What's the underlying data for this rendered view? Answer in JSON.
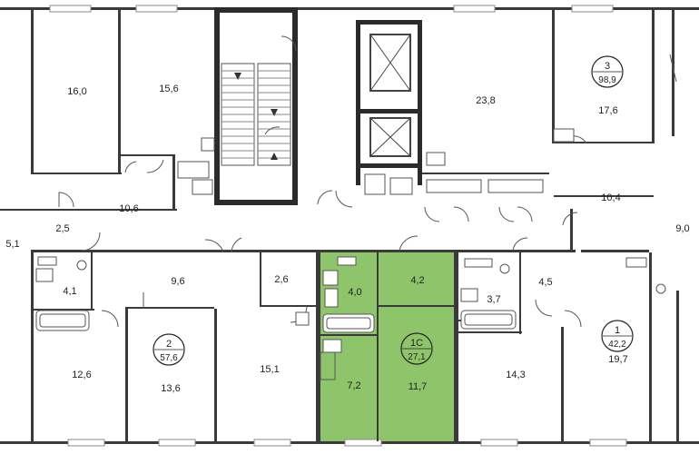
{
  "colors": {
    "highlight": "#8fc56a",
    "wall": "#3a3a3a",
    "background": "#ffffff"
  },
  "highlighted_unit": "1C",
  "units": [
    {
      "id": "unit-3",
      "number": "3",
      "area": "98,9"
    },
    {
      "id": "unit-2",
      "number": "2",
      "area": "57,6"
    },
    {
      "id": "unit-1c",
      "number": "1C",
      "area": "27,1"
    },
    {
      "id": "unit-1",
      "number": "1",
      "area": "42,2"
    }
  ],
  "rooms": [
    "16,0",
    "15,6",
    "23,8",
    "17,6",
    "10,6",
    "2,5",
    "5,1",
    "10,4",
    "9,0",
    "4,1",
    "9,6",
    "2,6",
    "4,0",
    "4,2",
    "3,7",
    "4,5",
    "12,6",
    "13,6",
    "15,1",
    "7,2",
    "11,7",
    "14,3",
    "19,7"
  ]
}
